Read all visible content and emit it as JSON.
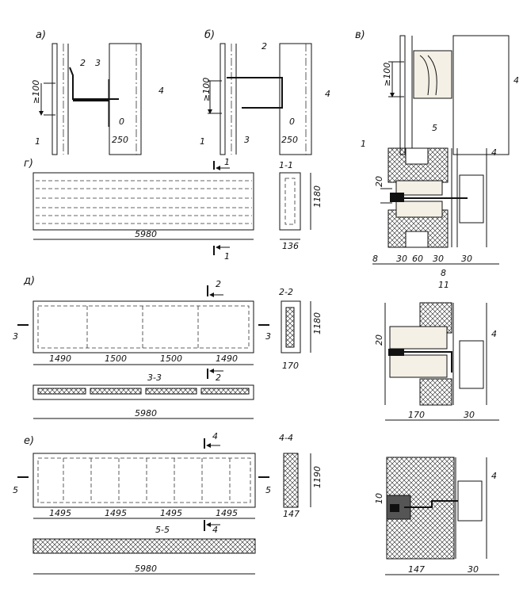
{
  "detail_a": {
    "tag": "а)",
    "n2": "2",
    "n3": "3",
    "dim_min": "≥100",
    "n1": "1",
    "gap": "0",
    "gap_max": "250",
    "n4": "4"
  },
  "detail_b": {
    "tag": "б)",
    "n2": "2",
    "n3": "3",
    "dim_min": "≥100",
    "n1": "1",
    "gap": "0",
    "gap_max": "250",
    "n4": "4"
  },
  "detail_v": {
    "tag": "в)",
    "dim_min": "≥100",
    "n1": "1",
    "n5": "5",
    "n4": "4"
  },
  "panel_g": {
    "tag": "г)",
    "section_mark": "1",
    "section_title": "1-1",
    "length": "5980",
    "height": "1180",
    "thickness": "136"
  },
  "panel_d": {
    "tag": "д)",
    "section_mark_2": "2",
    "section_title_2": "2-2",
    "section_mark_3": "3",
    "section_title_3": "3-3",
    "spans": [
      "1490",
      "1500",
      "1500",
      "1490"
    ],
    "length": "5980",
    "height": "1180",
    "thickness": "170"
  },
  "panel_e": {
    "tag": "е)",
    "section_mark_4": "4",
    "section_title_4": "4-4",
    "section_mark_5": "5",
    "section_title_5": "5-5",
    "spans": [
      "1495",
      "1495",
      "1495",
      "1495"
    ],
    "length": "5980",
    "height": "1190",
    "thickness": "147"
  },
  "joint_1": {
    "n4": "4",
    "gap": "20",
    "dims": [
      "8",
      "30",
      "60",
      "30",
      "30"
    ],
    "dim_8b": "8"
  },
  "joint_2": {
    "n11": "11",
    "n4": "4",
    "gap": "20",
    "width": "170",
    "offset": "30"
  },
  "joint_3": {
    "n4": "4",
    "gap": "10",
    "width": "147",
    "offset": "30"
  }
}
